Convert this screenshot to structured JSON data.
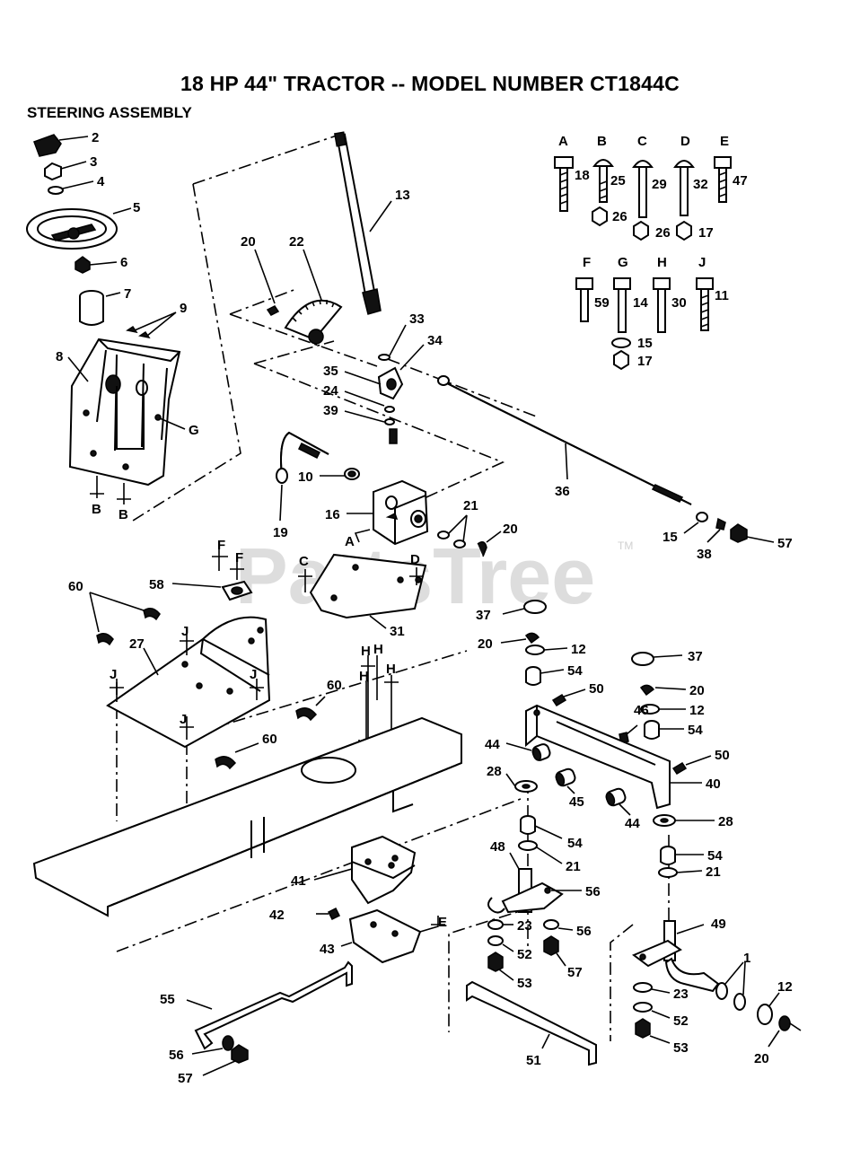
{
  "header": {
    "title": "18 HP 44\" TRACTOR -- MODEL NUMBER CT1844C",
    "subtitle": "STEERING ASSEMBLY"
  },
  "watermark": {
    "text": "PartsTree",
    "tm": "TM"
  },
  "hardware": {
    "top_row": [
      {
        "letter": "A",
        "bolt": "18"
      },
      {
        "letter": "B",
        "bolt": "25",
        "nut": "26"
      },
      {
        "letter": "C",
        "bolt": "29",
        "nut": "26"
      },
      {
        "letter": "D",
        "bolt": "32",
        "nut": "17"
      },
      {
        "letter": "E",
        "bolt": "47"
      }
    ],
    "bottom_row": [
      {
        "letter": "F",
        "bolt": "59"
      },
      {
        "letter": "G",
        "bolt": "14",
        "washer": "15",
        "nut": "17"
      },
      {
        "letter": "H",
        "bolt": "30"
      },
      {
        "letter": "J",
        "bolt": "11"
      }
    ]
  },
  "callouts": {
    "c2": "2",
    "c3": "3",
    "c4": "4",
    "c5": "5",
    "c6": "6",
    "c7": "7",
    "c8": "8",
    "c9": "9",
    "c20a": "20",
    "c22": "22",
    "c13": "13",
    "c33": "33",
    "c34": "34",
    "c35": "35",
    "c24": "24",
    "c39": "39",
    "c10": "10",
    "c16": "16",
    "c19": "19",
    "cA": "A",
    "c21a": "21",
    "c20b": "20",
    "c36": "36",
    "c15": "15",
    "c38": "38",
    "c57a": "57",
    "cC": "C",
    "cD": "D",
    "c31": "31",
    "cG": "G",
    "cB1": "B",
    "cB2": "B",
    "cF1": "F",
    "cF2": "F",
    "c58": "58",
    "c60a": "60",
    "c27": "27",
    "cJ1": "J",
    "cJ2": "J",
    "cJ3": "J",
    "cJ4": "J",
    "c60b": "60",
    "c60c": "60",
    "cH1": "H",
    "cH2": "H",
    "cH3": "H",
    "cH4": "H",
    "c37a": "37",
    "c20c": "20",
    "c12a": "12",
    "c54a": "54",
    "c50a": "50",
    "c37b": "37",
    "c20d": "20",
    "c12b": "12",
    "c46": "46",
    "c54b": "54",
    "c50b": "50",
    "c44a": "44",
    "c28a": "28",
    "c45": "45",
    "c44b": "44",
    "c40": "40",
    "c28b": "28",
    "c54c": "54",
    "c21b": "21",
    "c48": "48",
    "c56a": "56",
    "c54d": "54",
    "c21c": "21",
    "c41": "41",
    "c42": "42",
    "cE": "E",
    "c43": "43",
    "c23a": "23",
    "c56b": "56",
    "c52a": "52",
    "c57b": "57",
    "c53a": "53",
    "c49": "49",
    "c1": "1",
    "c12c": "12",
    "c23b": "23",
    "c52b": "52",
    "c53b": "53",
    "c20e": "20",
    "c55": "55",
    "c56c": "56",
    "c57c": "57",
    "c51": "51"
  }
}
